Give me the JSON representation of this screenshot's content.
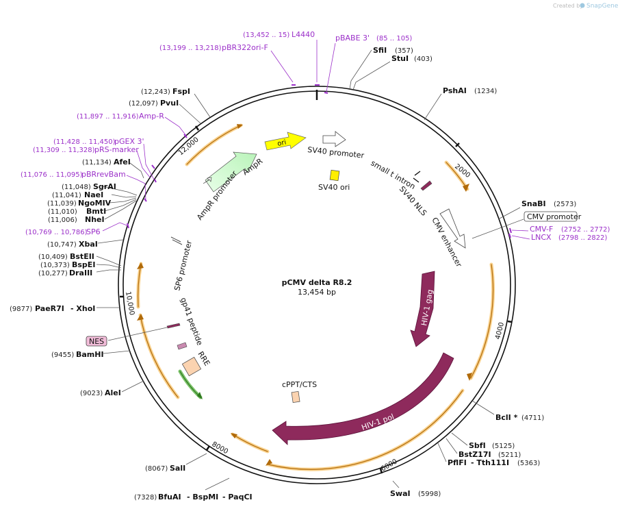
{
  "header": {
    "created_by": "Created by",
    "brand": "SnapGene"
  },
  "plasmid": {
    "name": "pCMV delta R8.2",
    "length": "13,454 bp"
  },
  "ticks": [
    "2000",
    "4000",
    "6000",
    "8000",
    "10,000",
    "12,000"
  ],
  "sites": [
    {
      "name": "SfiI",
      "pos": "(357)"
    },
    {
      "name": "StuI",
      "pos": "(403)"
    },
    {
      "name": "PshAI",
      "pos": "(1234)"
    },
    {
      "name": "SnaBI",
      "pos": "(2573)"
    },
    {
      "name": "BclI *",
      "pos": "(4711)"
    },
    {
      "name": "SbfI",
      "pos": "(5125)"
    },
    {
      "name": "BstZ17I",
      "pos": "(5211)"
    },
    {
      "name": "PflFI",
      "pos": ""
    },
    {
      "name": "- Tth111I",
      "pos": "(5363)"
    },
    {
      "name": "SwaI",
      "pos": "(5998)"
    },
    {
      "name": "BfuAI",
      "pos": "(7328)"
    },
    {
      "name": "- BspMI",
      "pos": ""
    },
    {
      "name": "- PaqCI",
      "pos": ""
    },
    {
      "name": "SalI",
      "pos": "(8067)"
    },
    {
      "name": "AleI",
      "pos": "(9023)"
    },
    {
      "name": "BamHI",
      "pos": "(9455)"
    },
    {
      "name": "PaeR7I",
      "pos": "(9877)"
    },
    {
      "name": "- XhoI",
      "pos": ""
    },
    {
      "name": "DraIII",
      "pos": "(10,277)"
    },
    {
      "name": "BspEI",
      "pos": "(10,373)"
    },
    {
      "name": "BstEII",
      "pos": "(10,409)"
    },
    {
      "name": "XbaI",
      "pos": "(10,747)"
    },
    {
      "name": "NheI",
      "pos": "(11,006)"
    },
    {
      "name": "BmtI",
      "pos": "(11,010)"
    },
    {
      "name": "NgoMIV",
      "pos": "(11,039)"
    },
    {
      "name": "NaeI",
      "pos": "(11,041)"
    },
    {
      "name": "SgrAI",
      "pos": "(11,048)"
    },
    {
      "name": "AfeI",
      "pos": "(11,134)"
    },
    {
      "name": "PvuI",
      "pos": "(12,097)"
    },
    {
      "name": "FspI",
      "pos": "(12,243)"
    }
  ],
  "primers": [
    {
      "name": "L4440",
      "pos": "(13,452 .. 15)"
    },
    {
      "name": "pBABE 3'",
      "pos": "(85 .. 105)"
    },
    {
      "name": "pBR322ori-F",
      "pos": "(13,199 .. 13,218)"
    },
    {
      "name": "Amp-R",
      "pos": "(11,897 .. 11,916)"
    },
    {
      "name": "pGEX 3'",
      "pos": "(11,428 .. 11,450)"
    },
    {
      "name": "pRS-marker",
      "pos": "(11,309 .. 11,328)"
    },
    {
      "name": "pBRrevBam",
      "pos": "(11,076 .. 11,095)"
    },
    {
      "name": "SP6",
      "pos": "(10,769 .. 10,786)"
    },
    {
      "name": "CMV-F",
      "pos": "(2752 .. 2772)"
    },
    {
      "name": "LNCX",
      "pos": "(2798 .. 2822)"
    }
  ],
  "features": {
    "ori": "ori",
    "sv40_promoter": "SV40 promoter",
    "sv40_ori": "SV40 ori",
    "small_t_intron": "small t intron",
    "sv40_nls": "SV40 NLS",
    "cmv_enhancer": "CMV enhancer",
    "cmv_promoter": "CMV promoter",
    "hiv_gag": "HIV-1 gag",
    "hiv_pol": "HIV-1 pol",
    "cppt_cts": "cPPT/CTS",
    "rre": "RRE",
    "gp41": "gp41 peptide",
    "sp6_promoter": "SP6 promoter",
    "ampr": "AmpR",
    "ampr_promoter": "AmpR promoter",
    "nes": "NES"
  },
  "colors": {
    "orf": "#f7b34a",
    "gag_pol": "#8e2a5c",
    "ori": "#ffff00",
    "ampr": "#ccffcc",
    "primer": "#9b2fc9"
  }
}
